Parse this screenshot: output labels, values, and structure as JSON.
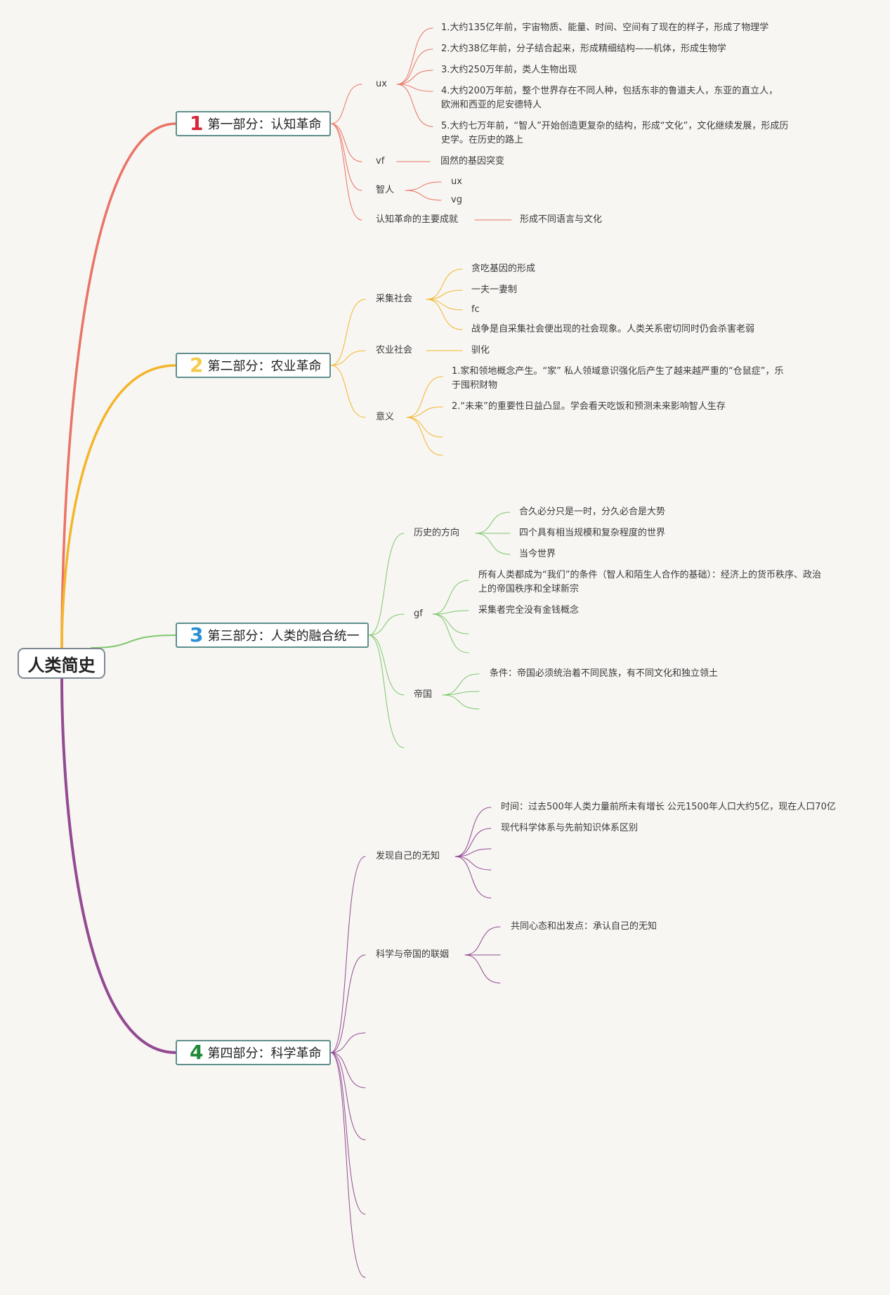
{
  "root": {
    "label": "人类简史"
  },
  "sections": [
    {
      "num": "1",
      "label": "第一部分：认知革命",
      "color": "#ea7365",
      "num_color": "#d6263a"
    },
    {
      "num": "2",
      "label": "第二部分：农业革命",
      "color": "#f4b52a",
      "num_color": "#f4cb4a"
    },
    {
      "num": "3",
      "label": "第三部分：人类的融合统一",
      "color": "#7ec76a",
      "num_color": "#2a8fd6"
    },
    {
      "num": "4",
      "label": "第四部分：科学革命",
      "color": "#934a92",
      "num_color": "#1f8a3a"
    }
  ],
  "s1": {
    "ux": "ux",
    "ux_items": [
      "1.大约135亿年前，宇宙物质、能量、时间、空间有了现在的样子，形成了物理学",
      "2.大约38亿年前，分子结合起来，形成精细结构——机体，形成生物学",
      "3.大约250万年前，类人生物出现",
      "4.大约200万年前，整个世界存在不同人种，包括东非的鲁道夫人，东亚的直立人，欧洲和西亚的尼安德特人",
      "5.大约七万年前，“智人”开始创造更复杂的结构，形成“文化”，文化继续发展，形成历史学。在历史的路上"
    ],
    "vf": "vf",
    "vf_item": "固然的基因突变",
    "zhiren": "智人",
    "zhiren_items": [
      "ux",
      "vg"
    ],
    "achieve": "认知革命的主要成就",
    "achieve_item": "形成不同语言与文化"
  },
  "s2": {
    "caiji": "采集社会",
    "caiji_items": [
      "贪吃基因的形成",
      "一夫一妻制",
      "fc",
      "战争是自采集社会便出现的社会现象。人类关系密切同时仍会杀害老弱"
    ],
    "nongye": "农业社会",
    "nongye_item": "驯化",
    "yiyi": "意义",
    "yiyi_items": [
      "1.家和领地概念产生。“家” 私人领域意识强化后产生了越来越严重的“仓鼠症”，乐于囤积财物",
      "2.“未来”的重要性日益凸显。学会看天吃饭和预测未来影响智人生存"
    ]
  },
  "s3": {
    "lishi": "历史的方向",
    "lishi_items": [
      "合久必分只是一时，分久必合是大势",
      "四个具有相当规模和复杂程度的世界",
      "当今世界"
    ],
    "gf": "gf",
    "gf_items": [
      "所有人类都成为“我们”的条件（智人和陌生人合作的基础）：经济上的货币秩序、政治上的帝国秩序和全球新宗",
      "采集者完全没有金钱概念"
    ],
    "diguo": "帝国",
    "diguo_item": "条件：帝国必须统治着不同民族，有不同文化和独立领土"
  },
  "s4": {
    "faxian": "发现自己的无知",
    "faxian_items": [
      "时间：过去500年人类力量前所未有增长 公元1500年人口大约5亿，现在人口70亿",
      "现代科学体系与先前知识体系区别"
    ],
    "lianyin": "科学与帝国的联姻",
    "lianyin_item": "共同心态和出发点：承认自己的无知"
  }
}
